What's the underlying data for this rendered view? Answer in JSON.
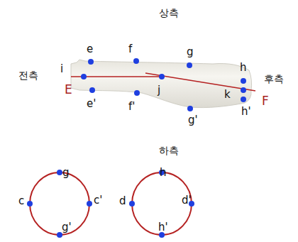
{
  "diagram": {
    "labels": [
      "상측",
      "전측",
      "i",
      "e",
      "f",
      "g",
      "h",
      "후측",
      "E",
      "j",
      "k",
      "F",
      "e'",
      "f'",
      "g'",
      "h'",
      "하측",
      "g",
      "c",
      "c'",
      "g'",
      "h",
      "d",
      "d'",
      "h'"
    ]
  }
}
